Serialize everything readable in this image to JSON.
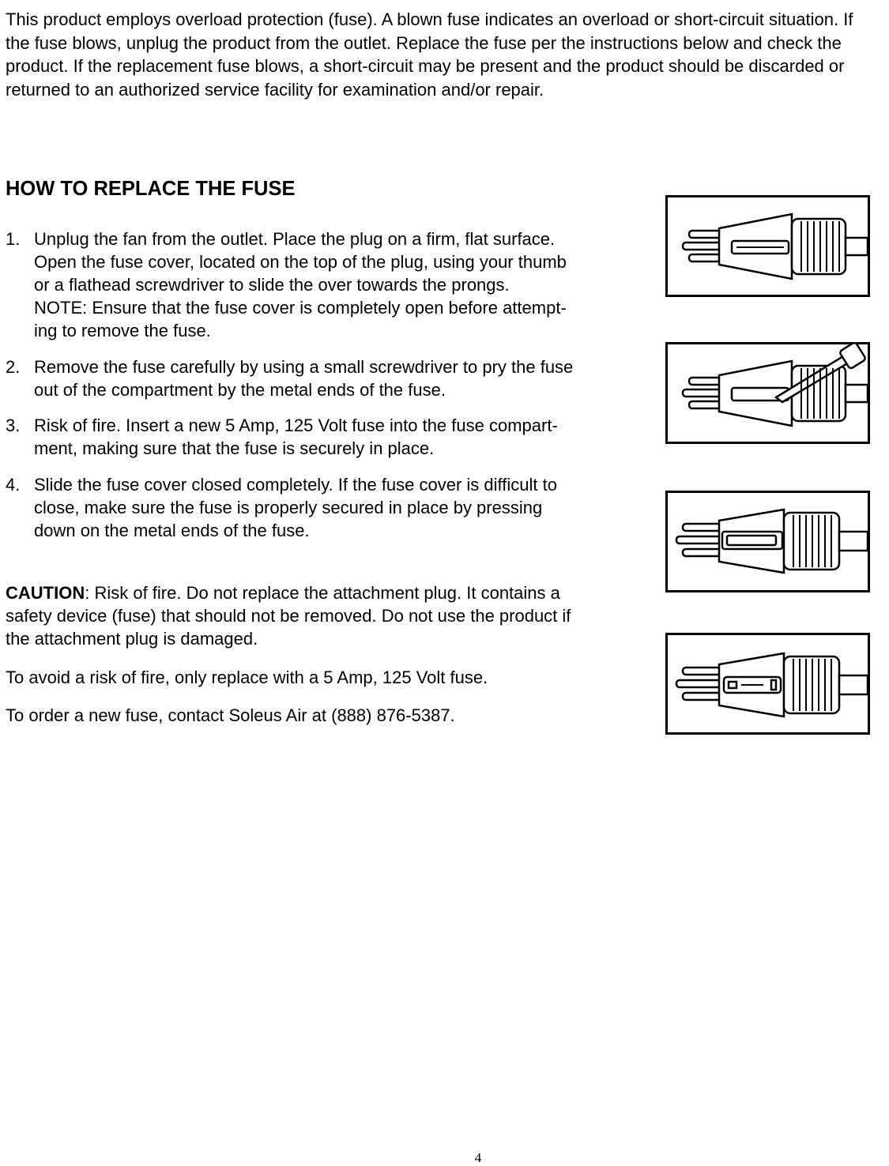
{
  "intro": "This product employs overload protection (fuse). A blown fuse indicates an overload or short-circuit situation. If the fuse blows, unplug the product from the outlet. Replace the fuse per the instructions below and check the product. If the replacement fuse blows, a short-circuit may be present and the product should be discarded or returned to an authorized service facility for examination and/or repair.",
  "heading": "HOW TO REPLACE THE FUSE",
  "steps": [
    {
      "num": "1.",
      "lines": [
        "Unplug the fan from the outlet. Place the plug on a firm, flat surface.",
        "Open the fuse cover, located on the top of the plug, using your thumb",
        "or a flathead screwdriver to slide the over towards the prongs.",
        "NOTE: Ensure that the fuse cover is completely open before attempt-",
        "ing to remove the fuse."
      ]
    },
    {
      "num": "2.",
      "lines": [
        "Remove the fuse carefully by using a small screwdriver to pry the fuse",
        "out of the compartment by the metal ends of the fuse."
      ]
    },
    {
      "num": "3.",
      "lines": [
        "Risk of fire. Insert a new 5 Amp, 125 Volt fuse into the fuse compart-",
        "ment, making sure that the fuse is securely in place."
      ]
    },
    {
      "num": "4.",
      "lines": [
        "Slide the fuse cover closed completely. If the fuse cover is difficult to",
        "close, make sure the fuse is properly secured in place by pressing",
        "down on the metal ends of the fuse."
      ]
    }
  ],
  "caution": {
    "label": "CAUTION",
    "lines": [
      ": Risk of fire. Do not replace the attachment plug. It contains a",
      "safety device (fuse) that should not be removed. Do not use the product if",
      "the attachment plug is damaged."
    ]
  },
  "avoid": "To avoid a risk of fire, only replace with a 5 Amp, 125 Volt fuse.",
  "order": "To order a new fuse, contact Soleus Air at (888) 876-5387.",
  "figures": [
    {
      "icon": "plug-fuse-cover-open-icon"
    },
    {
      "icon": "plug-screwdriver-remove-fuse-icon"
    },
    {
      "icon": "plug-fuse-inserted-icon"
    },
    {
      "icon": "plug-fuse-cover-closed-icon"
    }
  ],
  "page_number": "4"
}
